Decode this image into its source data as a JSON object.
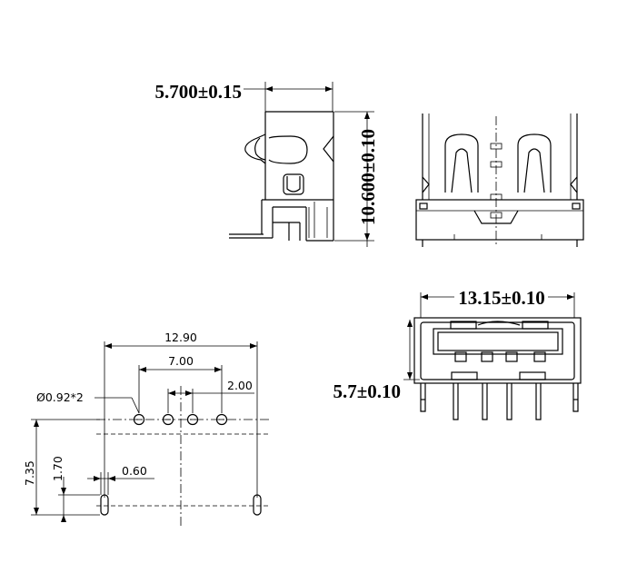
{
  "side_view": {
    "width_dim": "5.700±0.15",
    "height_dim": "10.600±0.10"
  },
  "front_view": {},
  "end_view": {
    "width_dim": "13.15±0.10",
    "height_dim": "5.7±0.10"
  },
  "pcb_layout": {
    "overall_width": "12.90",
    "inner_pitch": "7.00",
    "pin_pitch": "2.00",
    "hole_callout": "Ø0.92*2",
    "vertical_span": "7.35",
    "hole_offset": "1.70",
    "slot_width": "0.60"
  }
}
